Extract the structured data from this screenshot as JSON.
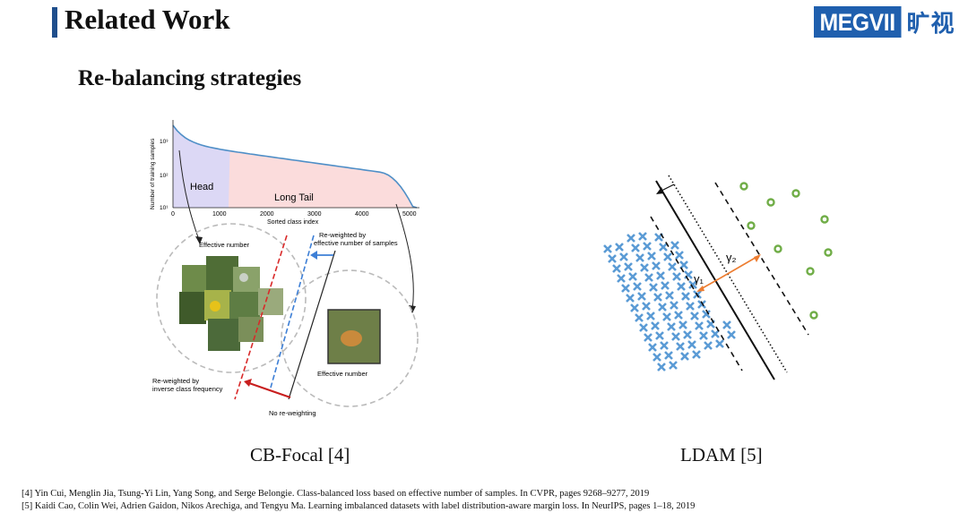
{
  "header": {
    "title": "Related Work",
    "logo_text": "MEGVII",
    "logo_cn": "旷视"
  },
  "section": {
    "subtitle": "Re-balancing strategies"
  },
  "left_figure": {
    "chart": {
      "ylabel": "Number of training samples",
      "xlabel": "Sorted class index",
      "yticks": [
        "10³",
        "10²",
        "10¹"
      ],
      "xticks": [
        "0",
        "1000",
        "2000",
        "3000",
        "4000",
        "5000"
      ],
      "head_label": "Head",
      "tail_label": "Long Tail",
      "head_color": "#dcd8f5",
      "tail_color": "#fbdcdc",
      "line_color": "#4f8fc7"
    },
    "effective_number_left": "Effective number",
    "effective_number_right": "Effective number",
    "reweighted_effective": "Re-weighted by effective number of samples",
    "reweighted_effective_l1": "Re-weighted by",
    "reweighted_effective_l2": "effective number of samples",
    "reweighted_inverse_l1": "Re-weighted by",
    "reweighted_inverse_l2": "inverse class frequency",
    "no_reweighting": "No re-weighting",
    "caption": "CB-Focal [4]"
  },
  "right_figure": {
    "gamma1": "γ₁",
    "gamma2": "γ₂",
    "x_marker_color": "#5b9bd5",
    "o_marker_color": "#70ad47",
    "margin_color": "#ed7d31",
    "caption": "LDAM [5]"
  },
  "references": [
    "[4] Yin Cui, Menglin Jia, Tsung-Yi Lin, Yang Song, and Serge Belongie. Class-balanced loss based on effective number of samples. In CVPR, pages 9268–9277, 2019",
    "[5] Kaidi Cao, Colin Wei, Adrien Gaidon, Nikos Arechiga, and Tengyu Ma. Learning imbalanced datasets with label distribution-aware margin loss. In NeurIPS, pages 1–18, 2019"
  ]
}
